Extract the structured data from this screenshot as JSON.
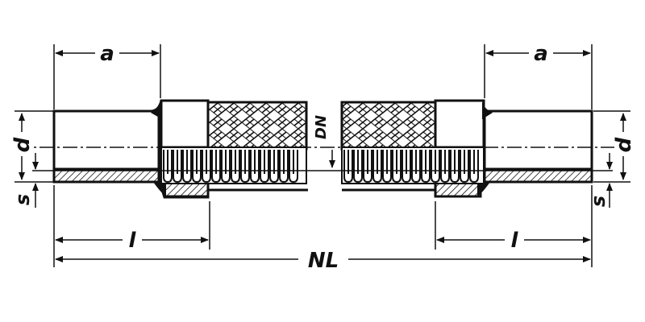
{
  "drawing": {
    "labels": {
      "a_left": "a",
      "a_right": "a",
      "d_left": "d",
      "d_right": "d",
      "s_left": "s",
      "s_right": "s",
      "l_left": "l",
      "l_right": "l",
      "nl": "NL",
      "dn": "DN"
    },
    "colors": {
      "ink": "#111111",
      "background": "#ffffff"
    }
  }
}
